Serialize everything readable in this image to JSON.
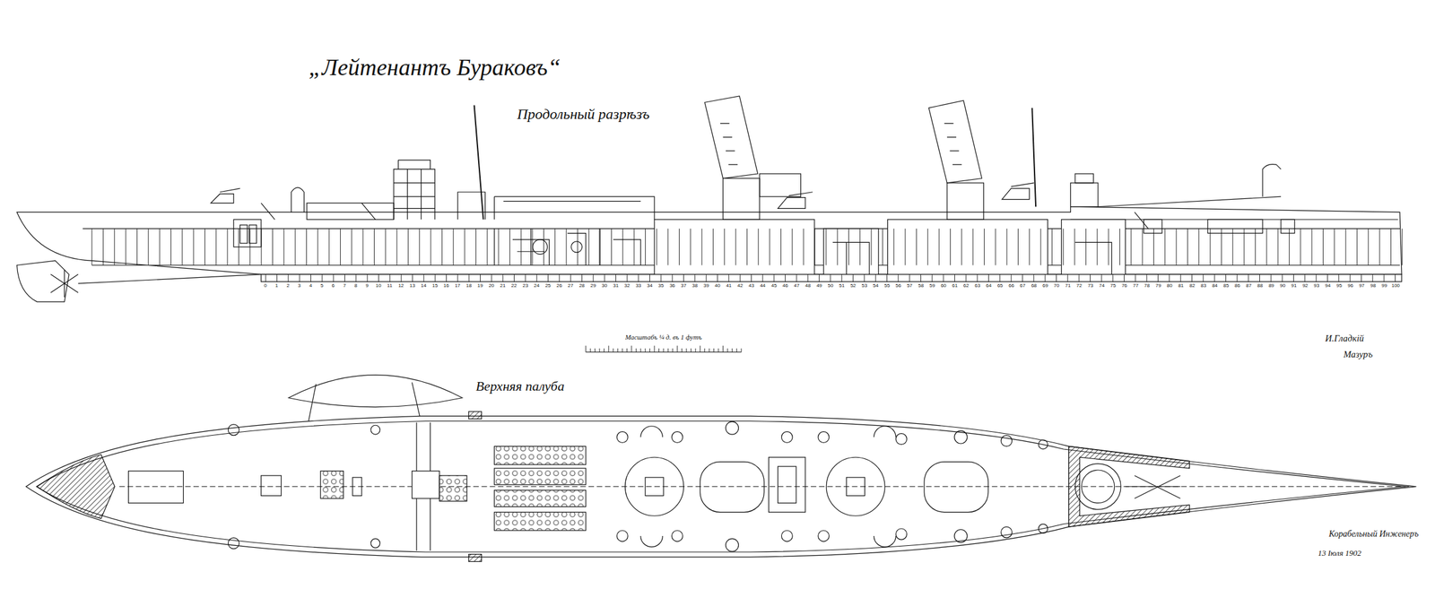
{
  "diagram": {
    "title": "„Лейтенантъ Бураковъ“",
    "labels": [
      "Продольный разрѣзъ",
      "Масштабъ ¼ д. въ 1 футъ",
      "И.Гладкій",
      "Мазуръ",
      "Верхняя палуба",
      "Корабельный Инженеръ",
      "13 Іюля 1902",
      "0",
      "1",
      "2",
      "3",
      "4",
      "5",
      "6",
      "7",
      "8",
      "9",
      "10",
      "11",
      "12",
      "13",
      "14",
      "15",
      "16",
      "17",
      "18",
      "19",
      "20",
      "21",
      "22",
      "23",
      "24",
      "25",
      "26",
      "27",
      "28",
      "29",
      "30",
      "31",
      "32",
      "33",
      "34",
      "35",
      "36",
      "37",
      "38",
      "39",
      "40",
      "41",
      "42",
      "43",
      "44",
      "45",
      "46",
      "47",
      "48",
      "49",
      "50",
      "51",
      "52",
      "53",
      "54",
      "55",
      "56",
      "57",
      "58",
      "59",
      "60",
      "61",
      "62",
      "63",
      "64",
      "65",
      "66",
      "67",
      "68",
      "69",
      "70",
      "71",
      "72",
      "73",
      "74",
      "75",
      "76",
      "77",
      "78",
      "79",
      "80",
      "81",
      "82",
      "83",
      "84",
      "85",
      "86",
      "87",
      "88",
      "89",
      "90",
      "91",
      "92",
      "93",
      "94",
      "95",
      "96",
      "97",
      "98",
      "99",
      "100"
    ]
  }
}
